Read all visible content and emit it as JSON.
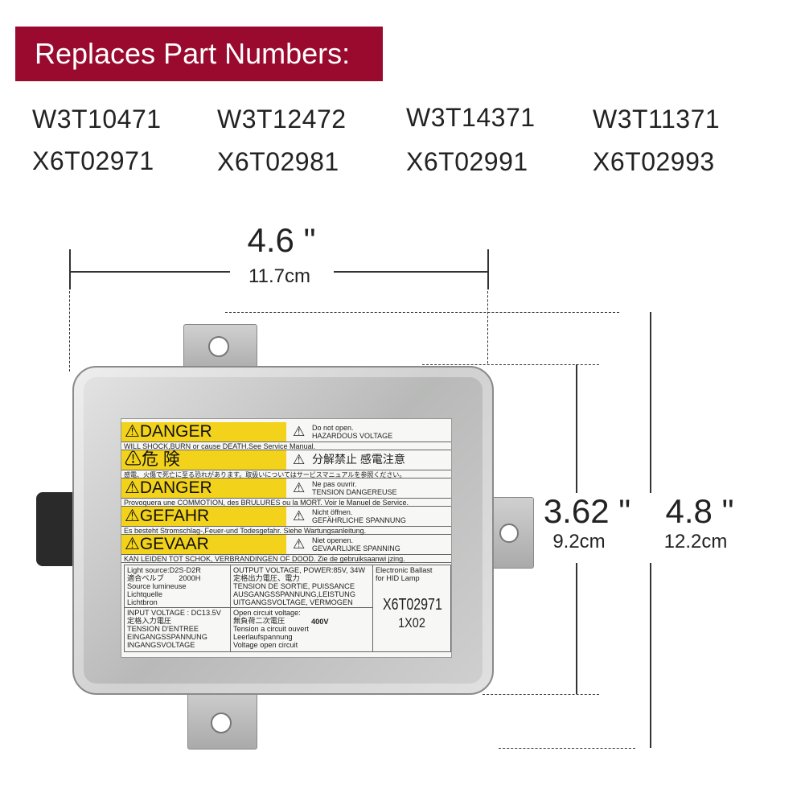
{
  "banner": {
    "title": "Replaces Part Numbers:",
    "color": "#9a0a2e"
  },
  "part_numbers": [
    "W3T10471",
    "W3T12472",
    "W3T14371",
    "W3T11371",
    "X6T02971",
    "X6T02981",
    "X6T02991",
    "X6T02993"
  ],
  "dimensions": {
    "width": {
      "inches": "4.6 \"",
      "cm": "11.7cm"
    },
    "body_height": {
      "inches": "3.62 \"",
      "cm": "9.2cm"
    },
    "total_height": {
      "inches": "4.8 \"",
      "cm": "12.2cm"
    }
  },
  "label": {
    "warnings": [
      {
        "title": "DANGER",
        "side1": "Do not open.",
        "side2": "HAZARDOUS VOLTAGE",
        "sub": "WILL SHOCK,BURN or cause DEATH.See Service Manual."
      },
      {
        "title": "危 険",
        "side1": "分解禁止 感電注意",
        "side2": "",
        "sub": "感電、火傷で死亡に至る恐れがあります。取扱いについてはサービスマニュアルを参照ください。"
      },
      {
        "title": "DANGER",
        "side1": "Ne pas ouvrir.",
        "side2": "TENSION DANGEREUSE",
        "sub": "Provoquera une COMMOTION, des BRULURES ou la MORT. Voir le Manuel de Service."
      },
      {
        "title": "GEFAHR",
        "side1": "Nicht öffnen.",
        "side2": "GEFÄHRLICHE SPANNUNG",
        "sub": "Es besteht Stromschlag-,Feuer-und Todesgefahr. Siehe Wartungsanleitung."
      },
      {
        "title": "GEVAAR",
        "side1": "Niet openen.",
        "side2": "GEVAARLIJKE SPANNING",
        "sub": "KAN LEIDEN TOT SCHOK, VERBRANDINGEN OF DOOD. Zie de gebruiksaanwi jzing."
      }
    ],
    "light_source": [
      "Light source:D2S·D2R",
      "適合ベルブ　　2000H",
      "Source lumineuse",
      "Lichtquelle",
      "Lichtbron"
    ],
    "output": [
      "OUTPUT VOLTAGE, POWER:85V, 34W",
      "定格出力電圧、電力",
      "TENSION DE SORTIE, PUISSANCE",
      "AUSGANGSSPANNUNG,LEISTUNG",
      "UITGANGSVOLTAGE, VERMOGEN"
    ],
    "input": [
      "INPUT VOLTAGE : DC13.5V",
      "定格入力電圧",
      "TENSION D'ENTREE",
      "EINGANGSSPANNUNG",
      "INGANGSVOLTAGE"
    ],
    "open_circuit": [
      "Open circuit voltage:",
      "無負荷二次電圧",
      "Tension a circuit ouvert",
      "Leerlaufspannung",
      "Voltage open circuit"
    ],
    "open_circuit_value": "400V",
    "product": "Electronic Ballast for HID Lamp",
    "model": "X6T02971",
    "code": "1X02"
  }
}
